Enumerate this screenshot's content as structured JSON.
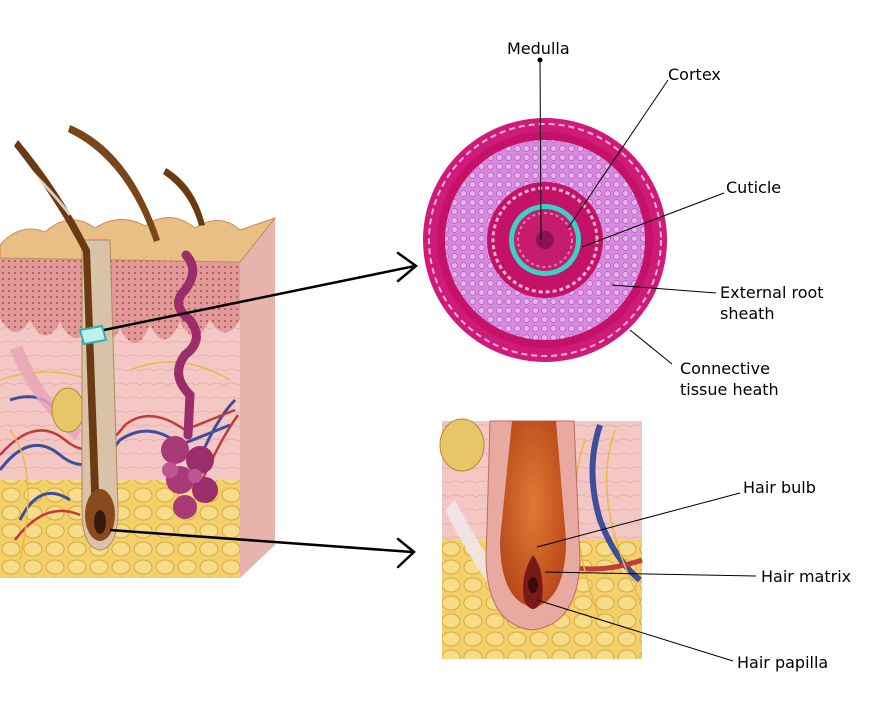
{
  "labels": {
    "medulla": "Medulla",
    "cortex": "Cortex",
    "cuticle": "Cuticle",
    "external_root_sheath_line1": "External root",
    "external_root_sheath_line2": "sheath",
    "connective_tissue_line1": "Connective",
    "connective_tissue_line2": "tissue heath",
    "hair_bulb": "Hair bulb",
    "hair_matrix": "Hair matrix",
    "hair_papilla": "Hair papilla"
  },
  "colors": {
    "skin_surface": "#e9bf86",
    "epidermis": "#e9a5a5",
    "dermis": "#f3c7c3",
    "fat": "#f3d06a",
    "hair_shaft": "#6b3a12",
    "gland": "#9a2d6a",
    "vein": "#3d4f9a",
    "artery": "#c23b3b",
    "cross_section_outer": "#d01a7a",
    "cross_section_inner": "#d88adf",
    "cuticle_ring": "#3ccfc6",
    "bulb": "#d8662a"
  },
  "icons": {
    "arrow_top": "arrow-right-icon",
    "arrow_bottom": "arrow-right-icon"
  }
}
